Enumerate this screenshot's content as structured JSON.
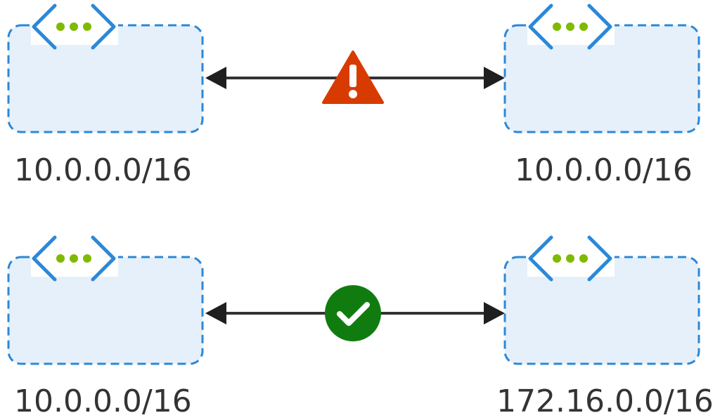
{
  "diagram": {
    "rows": [
      {
        "left_vnet": {
          "cidr": "10.0.0.0/16",
          "icon": "virtual-network-icon"
        },
        "right_vnet": {
          "cidr": "10.0.0.0/16",
          "icon": "virtual-network-icon"
        },
        "connection": {
          "status": "warning",
          "icon": "warning-icon"
        }
      },
      {
        "left_vnet": {
          "cidr": "10.0.0.0/16",
          "icon": "virtual-network-icon"
        },
        "right_vnet": {
          "cidr": "172.16.0.0/16",
          "icon": "virtual-network-icon"
        },
        "connection": {
          "status": "success",
          "icon": "checkmark-icon"
        }
      }
    ],
    "colors": {
      "vnet_fill": "#e6f0fa",
      "vnet_border": "#2b88d8",
      "vnet_chevron": "#2b88d8",
      "vnet_dots": "#7fba00",
      "connector": "#333333",
      "warning": "#d83b01",
      "success": "#107c10",
      "label_text": "#333333"
    }
  }
}
